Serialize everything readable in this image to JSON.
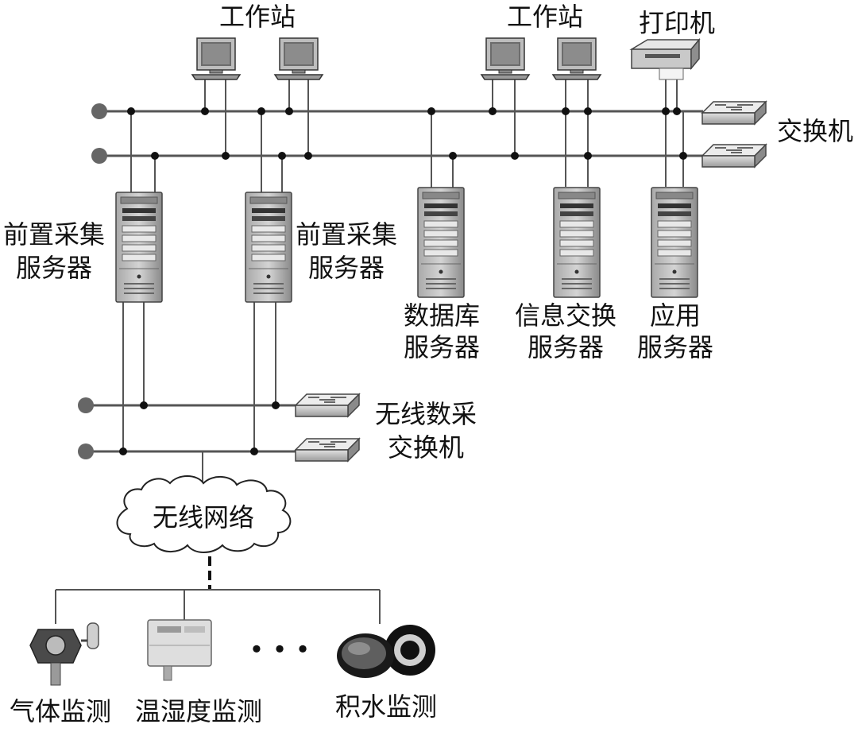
{
  "labels": {
    "workstation_left": "工作站",
    "workstation_right": "工作站",
    "printer": "打印机",
    "switch_main": "交换机",
    "front_server_1_line1": "前置采集",
    "front_server_1_line2": "服务器",
    "front_server_2_line1": "前置采集",
    "front_server_2_line2": "服务器",
    "db_server_line1": "数据库",
    "db_server_line2": "服务器",
    "exchange_server_line1": "信息交换",
    "exchange_server_line2": "服务器",
    "app_server_line1": "应用",
    "app_server_line2": "服务器",
    "wireless_switch_line1": "无线数采",
    "wireless_switch_line2": "交换机",
    "wireless_network": "无线网络",
    "ellipsis": "• • •",
    "sensor_gas": "气体监测",
    "sensor_temp_humidity": "温湿度监测",
    "sensor_water": "积水监测"
  },
  "colors": {
    "line": "#555555",
    "device_dark": "#6f6f6f",
    "device_mid": "#9a9a9a",
    "device_light": "#d8d8d8",
    "node": "#111111"
  }
}
